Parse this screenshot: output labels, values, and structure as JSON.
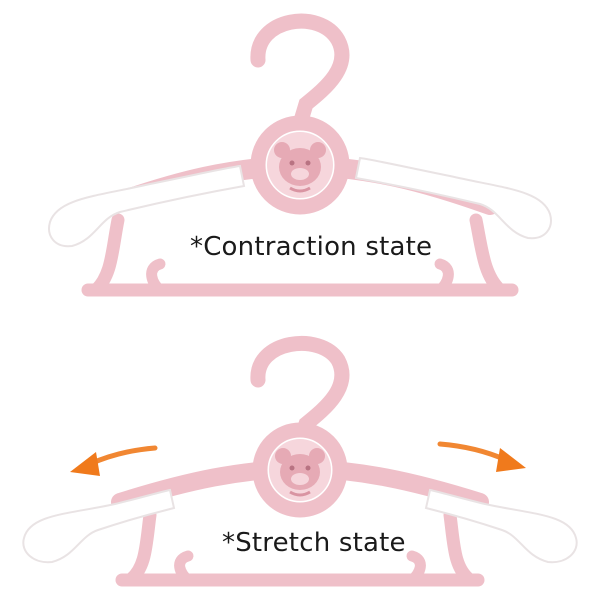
{
  "panels": [
    {
      "state": "contraction",
      "caption": "*Contraction state"
    },
    {
      "state": "stretch",
      "caption": "*Stretch state"
    }
  ],
  "colors": {
    "hanger_pink": "#efc0c9",
    "hanger_pink_dark": "#e0a6b2",
    "arm_white": "#ffffff",
    "arm_shadow": "#e9e3e4",
    "arrow_orange": "#f07a1c",
    "text": "#1a1a1a"
  }
}
